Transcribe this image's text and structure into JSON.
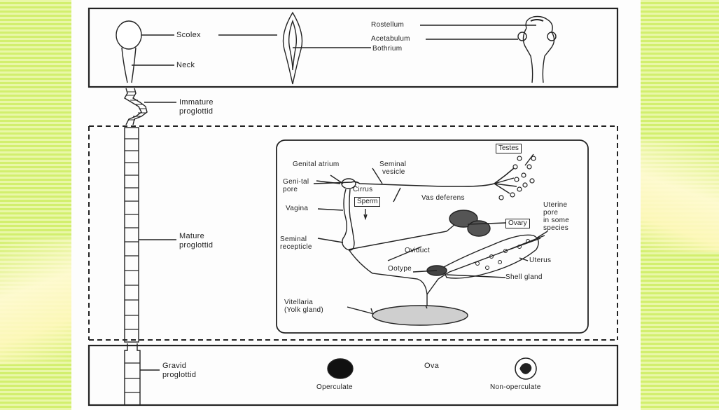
{
  "labels": {
    "scolex": "Scolex",
    "neck": "Neck",
    "rostellum": "Rostellum",
    "acetabulum": "Acetabulum",
    "bothrium": "Bothrium",
    "immature_1": "Immature",
    "immature_2": "proglottid",
    "mature_1": "Mature",
    "mature_2": "proglottid",
    "genital_atrium": "Genital atrium",
    "seminal_vesicle_1": "Seminal",
    "seminal_vesicle_2": "vesicle",
    "genital_pore_1": "Geni-tal",
    "genital_pore_2": "pore",
    "cirrus": "Cirrus",
    "vas_deferens": "Vas deferens",
    "testes": "Testes",
    "vagina": "Vagina",
    "sperm": "Sperm",
    "ovary": "Ovary",
    "uterine_pore_1": "Uterine",
    "uterine_pore_2": "pore",
    "uterine_pore_3": "in some",
    "uterine_pore_4": "species",
    "seminal_receptacle_1": "Seminal",
    "seminal_receptacle_2": "recepticle",
    "oviduct": "Oviduct",
    "uterus": "Uterus",
    "ootype": "Ootype",
    "shell_gland": "Shell gland",
    "vitellaria_1": "Vitellaria",
    "vitellaria_2": "(Yolk gland)",
    "gravid_1": "Gravid",
    "gravid_2": "proglottid",
    "ova": "Ova",
    "operculate": "Operculate",
    "non_operculate": "Non-operculate"
  },
  "colors": {
    "background_stripe_light": "#e9f7a8",
    "background_stripe_dark": "#d2ef6e",
    "ink": "#222222"
  }
}
